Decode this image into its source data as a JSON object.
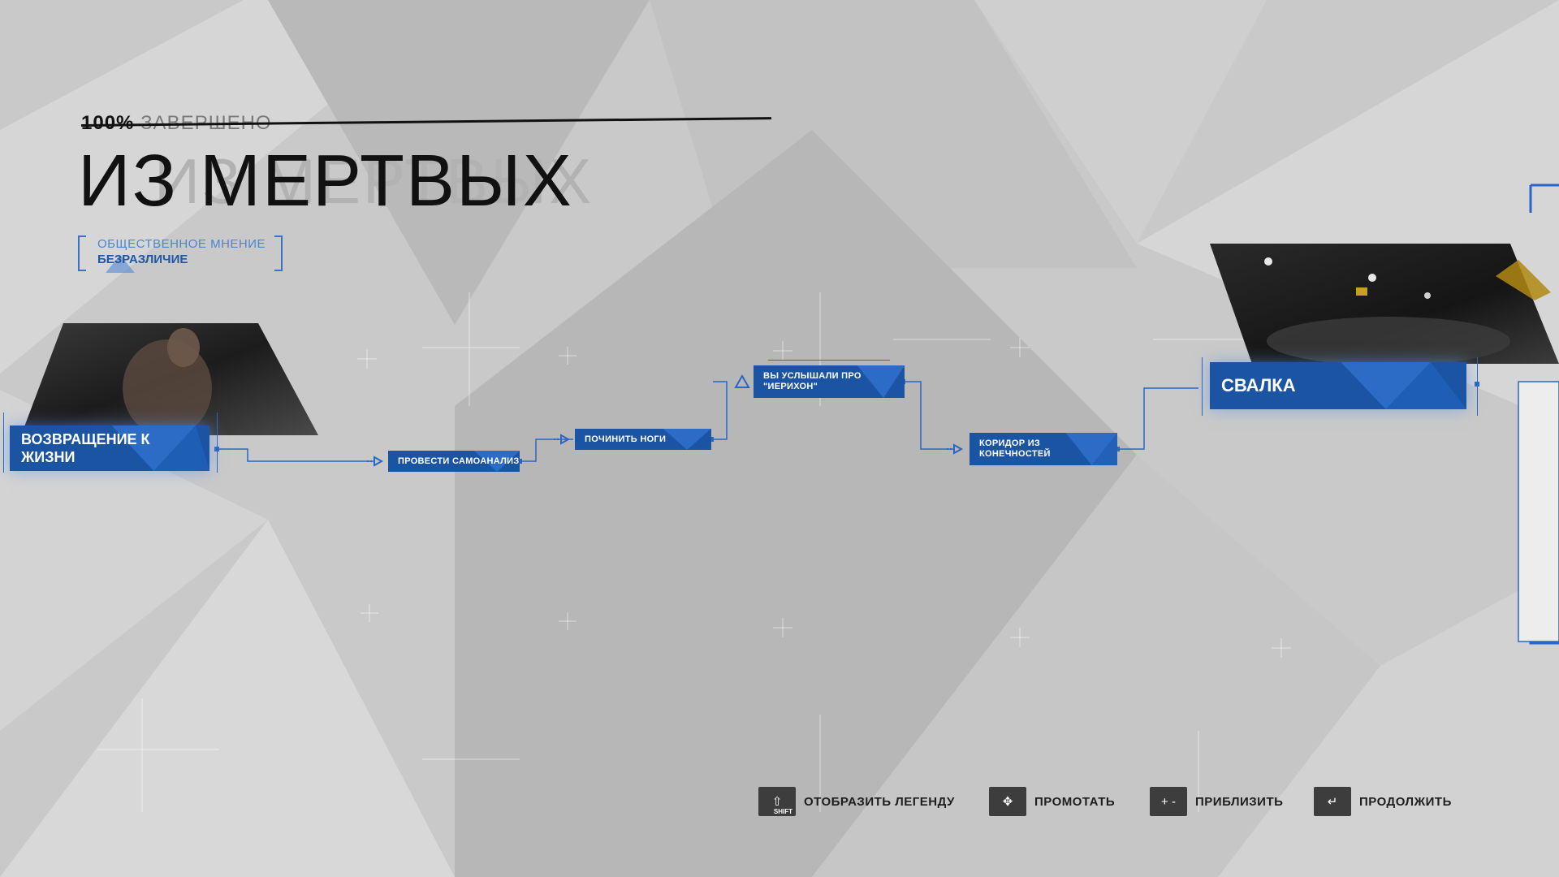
{
  "chapter": {
    "progress_percent": "100%",
    "progress_label": "ЗАВЕРШЕНО",
    "title": "ИЗ МЕРТВЫХ",
    "title_ghost": "ИЗ МЕРТВЫХ"
  },
  "public_opinion": {
    "label": "ОБЩЕСТВЕННОЕ МНЕНИЕ",
    "value": "БЕЗРАЗЛИЧИЕ"
  },
  "flowchart": {
    "nodes": [
      {
        "id": "start",
        "label": "ВОЗВРАЩЕНИЕ К ЖИЗНИ",
        "line1": "ВОЗВРАЩЕНИЕ К",
        "line2": "ЖИЗНИ",
        "kind": "scene"
      },
      {
        "id": "n1",
        "label": "ПРОВЕСТИ САМОАНАЛИЗ",
        "kind": "action"
      },
      {
        "id": "n2",
        "label": "ПОЧИНИТЬ НОГИ",
        "kind": "action"
      },
      {
        "id": "n3",
        "label": "ВЫ УСЛЫШАЛИ ПРО \"ИЕРИХОН\"",
        "line1": "ВЫ УСЛЫШАЛИ ПРО",
        "line2": "\"ИЕРИХОН\"",
        "kind": "clue"
      },
      {
        "id": "n4",
        "label": "КОРИДОР ИЗ КОНЕЧНОСТЕЙ",
        "line1": "КОРИДОР ИЗ",
        "line2": "КОНЕЧНОСТЕЙ",
        "kind": "action"
      },
      {
        "id": "end",
        "label": "СВАЛКА",
        "kind": "scene"
      }
    ]
  },
  "controls": [
    {
      "key": "⇧",
      "key_sub": "SHIFT",
      "label": "ОТОБРАЗИТЬ ЛЕГЕНДУ"
    },
    {
      "key": "✥",
      "label": "ПРОМОТАТЬ"
    },
    {
      "key": "+ -",
      "label": "ПРИБЛИЗИТЬ"
    },
    {
      "key": "↵",
      "label": "ПРОДОЛЖИТЬ"
    }
  ],
  "colors": {
    "background": "#c9c9c9",
    "node_blue": "#1a54a3",
    "line_blue": "#2a66c4",
    "text_dark": "#111111"
  },
  "icons": {
    "action_arrow": "arrow-right-icon",
    "clue": "triangle-icon"
  }
}
